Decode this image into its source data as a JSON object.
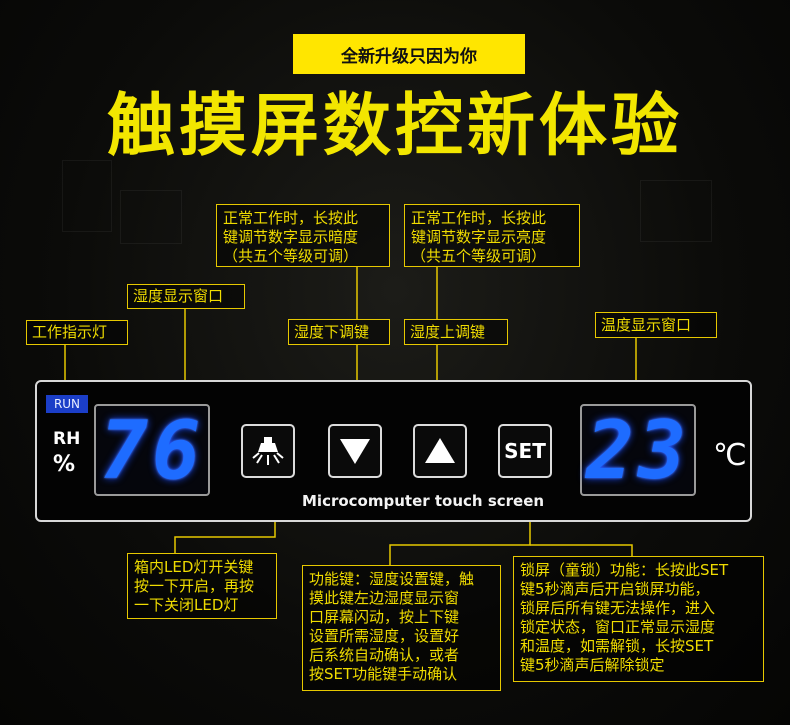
{
  "banner": {
    "badge": "全新升级只因为你",
    "headline": "触摸屏数控新体验"
  },
  "colors": {
    "accent": "#f2e600",
    "led": "#1e6cff",
    "run_tag": "#1b3ec8"
  },
  "callouts": {
    "dim_note": "正常工作时，长按此\n键调节数字显示暗度\n（共五个等级可调）",
    "bright_note": "正常工作时，长按此\n键调节数字显示亮度\n（共五个等级可调）",
    "humidity_window": "湿度显示窗口",
    "work_indicator": "工作指示灯",
    "humidity_down": "湿度下调键",
    "humidity_up": "湿度上调键",
    "temp_window": "温度显示窗口",
    "led_light_key": "箱内LED灯开关键\n按一下开启，再按\n一下关闭LED灯",
    "set_key": "功能键：湿度设置键，触\n摸此键左边湿度显示窗\n口屏幕闪动，按上下键\n设置所需湿度，设置好\n后系统自动确认，或者\n按SET功能键手动确认",
    "lock_screen": "锁屏（童锁）功能：长按此SET\n键5秒滴声后开启锁屏功能，\n锁屏后所有键无法操作，进入\n锁定状态，窗口正常显示湿度\n和温度，如需解锁，长按SET\n键5秒滴声后解除锁定"
  },
  "panel": {
    "run_label": "RUN",
    "rh_label": "RH",
    "pct_label": "%",
    "humidity_value": "76",
    "temperature_value": "23",
    "temp_unit": "℃",
    "set_key_label": "SET",
    "caption": "Microcomputer touch screen",
    "icons": {
      "light": "lamp-icon",
      "down": "triangle-down-icon",
      "up": "triangle-up-icon"
    }
  }
}
